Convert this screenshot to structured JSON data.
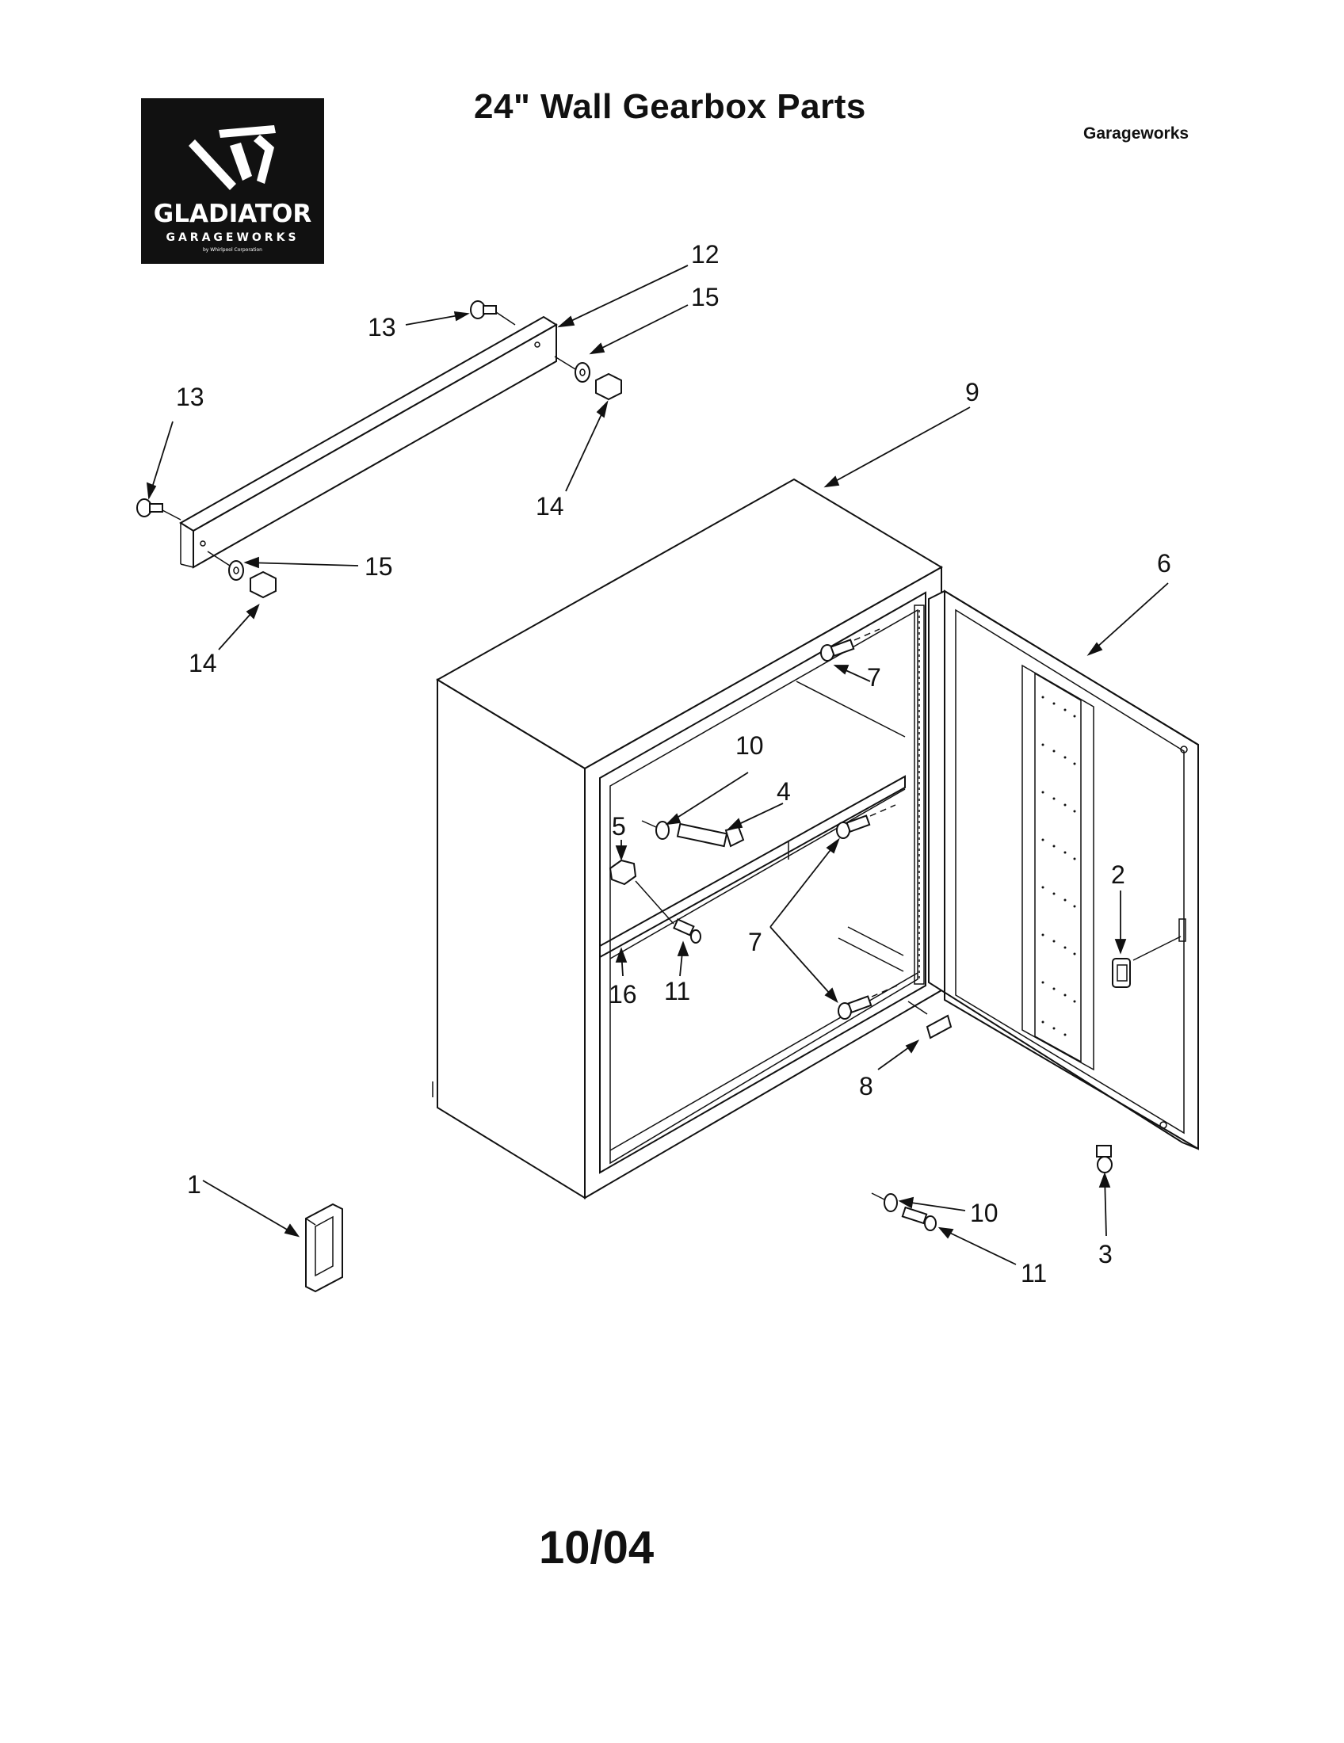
{
  "header": {
    "title": "24\" Wall Gearbox Parts",
    "brand": "Garageworks"
  },
  "logo": {
    "name": "GLADIATOR",
    "subline": "GARAGEWORKS",
    "tiny": "by Whirlpool Corporation"
  },
  "callouts": [
    "1",
    "2",
    "3",
    "4",
    "5",
    "6",
    "7",
    "7",
    "8",
    "9",
    "10",
    "10",
    "11",
    "11",
    "12",
    "13",
    "13",
    "14",
    "14",
    "15",
    "15",
    "16"
  ],
  "footer": {
    "date": "10/04"
  }
}
